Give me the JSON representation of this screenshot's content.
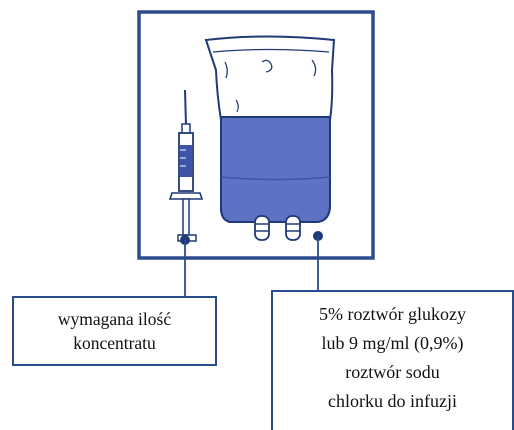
{
  "diagram": {
    "labels": {
      "syringe": [
        "wymagana ilość",
        "koncentratu"
      ],
      "bag": [
        "5% roztwór glukozy",
        "lub 9 mg/ml (0,9%)",
        "roztwór sodu",
        "chlorku do infuzji"
      ]
    },
    "colors": {
      "frame": "#2a4c8c",
      "fluid": "#5d72c2",
      "fluid_dark": "#3d54a8",
      "outline": "#1f3a78",
      "bag_fill": "#ffffff",
      "background": "#ffffff"
    },
    "icons": [
      "syringe-icon",
      "infusion-bag-icon"
    ]
  }
}
